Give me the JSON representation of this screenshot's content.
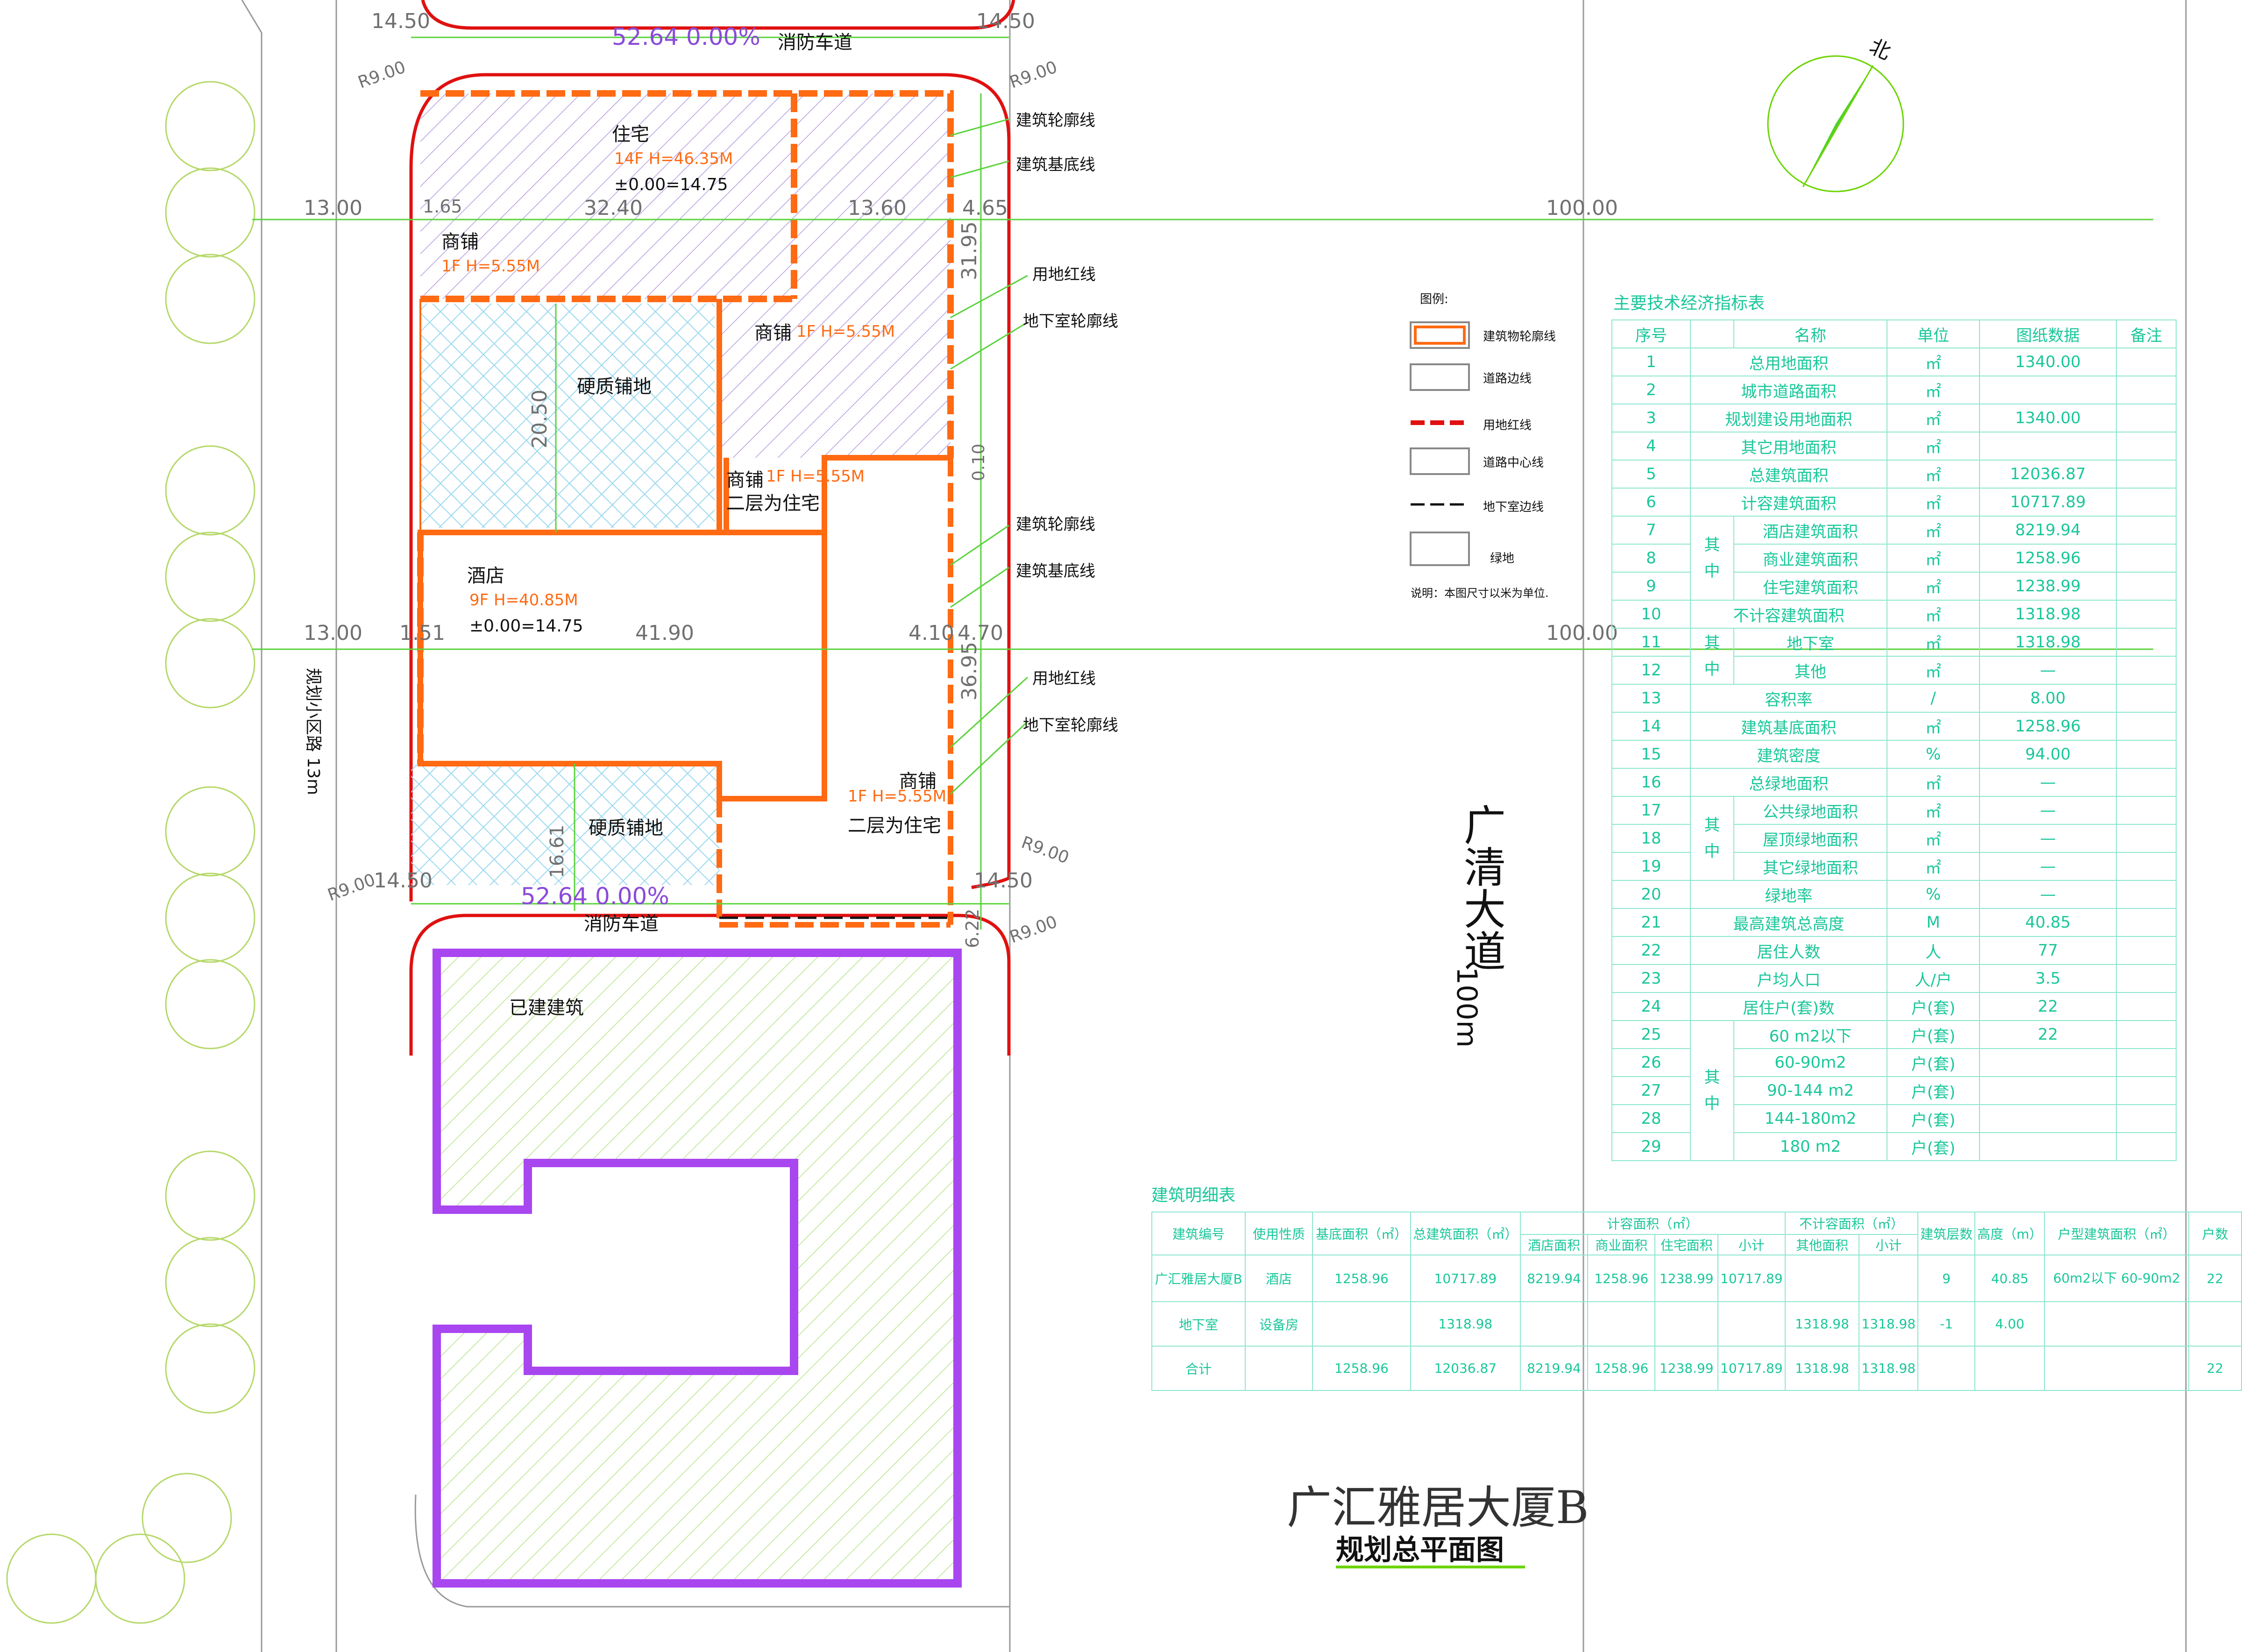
{
  "title": {
    "project": "广汇雅居大厦B",
    "subtitle": "规划总平面图"
  },
  "north": "北",
  "roads": {
    "main_road": "广清大道",
    "main_road_width": "100m",
    "side_road": "规划小区路 13m",
    "fire_lane": "消防车道",
    "fire_lane_dim": "52.64  0.00%"
  },
  "labels": {
    "residence": "住宅",
    "residence_height": "14F  H=46.35M",
    "residence_elev": "±0.00=14.75",
    "shop_a": "商铺",
    "shop_a_height": "1F  H=5.55M",
    "shop_b": "商铺",
    "shop_b_height": "1F  H=5.55M",
    "shop_c": "商铺",
    "shop_c_height": "1F  H=5.55M",
    "shop_c_note": "二层为住宅",
    "shop_d": "商铺",
    "shop_d_height": "1F  H=5.55M",
    "shop_d_note": "二层为住宅",
    "hotel": "酒店",
    "hotel_height": "9F  H=40.85M",
    "hotel_elev": "±0.00=14.75",
    "paving": "硬质铺地",
    "existing": "已建建筑"
  },
  "callouts": {
    "outline": "建筑轮廓线",
    "base": "建筑基底线",
    "redline": "用地红线",
    "basement": "地下室轮廓线"
  },
  "dims": {
    "d1450": "14.50",
    "d1300": "13.00",
    "d3240": "32.40",
    "d1360": "13.60",
    "d465": "4.65",
    "d10000": "100.00",
    "d3195": "31.95",
    "d2050": "20.50",
    "d010": "0.10",
    "d151": "1.51",
    "d4190": "41.90",
    "d410": "4.10",
    "d470": "4.70",
    "d3695": "36.95",
    "d1661": "16.61",
    "d622": "6.22",
    "r900": "R9.00",
    "d165": "1.65"
  },
  "legend": {
    "title": "图例:",
    "items": [
      {
        "label": "建筑物轮廓线",
        "color": "#ff6a13"
      },
      {
        "label": "道路边线",
        "color": "#888888"
      },
      {
        "label": "用地红线",
        "color": "#e01010"
      },
      {
        "label": "道路中心线",
        "color": "#888888"
      },
      {
        "label": "地下室边线",
        "color": "#111111"
      },
      {
        "label": "绿地",
        "color": "#888888"
      }
    ],
    "note": "说明：本图尺寸以米为单位."
  },
  "tech_table": {
    "title": "主要技术经济指标表",
    "headers": [
      "序号",
      "名称",
      "单位",
      "图纸数据",
      "备注"
    ],
    "rows": [
      [
        "1",
        "",
        "总用地面积",
        "㎡",
        "1340.00"
      ],
      [
        "2",
        "",
        "城市道路面积",
        "㎡",
        ""
      ],
      [
        "3",
        "",
        "规划建设用地面积",
        "㎡",
        "1340.00"
      ],
      [
        "4",
        "",
        "其它用地面积",
        "㎡",
        ""
      ],
      [
        "5",
        "",
        "总建筑面积",
        "㎡",
        "12036.87"
      ],
      [
        "6",
        "",
        "计容建筑面积",
        "㎡",
        "10717.89"
      ],
      [
        "7",
        "",
        "酒店建筑面积",
        "㎡",
        "8219.94"
      ],
      [
        "8",
        "",
        "商业建筑面积",
        "㎡",
        "1258.96"
      ],
      [
        "9",
        "",
        "住宅建筑面积",
        "㎡",
        "1238.99"
      ],
      [
        "10",
        "",
        "不计容建筑面积",
        "㎡",
        "1318.98"
      ],
      [
        "11",
        "",
        "地下室",
        "㎡",
        "1318.98"
      ],
      [
        "12",
        "",
        "其他",
        "㎡",
        "—"
      ],
      [
        "13",
        "",
        "容积率",
        "/",
        "8.00"
      ],
      [
        "14",
        "",
        "建筑基底面积",
        "㎡",
        "1258.96"
      ],
      [
        "15",
        "",
        "建筑密度",
        "%",
        "94.00"
      ],
      [
        "16",
        "",
        "总绿地面积",
        "㎡",
        "—"
      ],
      [
        "17",
        "",
        "公共绿地面积",
        "㎡",
        "—"
      ],
      [
        "18",
        "",
        "屋顶绿地面积",
        "㎡",
        "—"
      ],
      [
        "19",
        "",
        "其它绿地面积",
        "㎡",
        "—"
      ],
      [
        "20",
        "",
        "绿地率",
        "%",
        "—"
      ],
      [
        "21",
        "",
        "最高建筑总高度",
        "M",
        "40.85"
      ],
      [
        "22",
        "",
        "居住人数",
        "人",
        "77"
      ],
      [
        "23",
        "",
        "户均人口",
        "人/户",
        "3.5"
      ],
      [
        "24",
        "",
        "居住户(套)数",
        "户(套)",
        "22"
      ],
      [
        "25",
        "",
        "60 m2以下",
        "户(套)",
        "22"
      ],
      [
        "26",
        "",
        "60-90m2",
        "户(套)",
        ""
      ],
      [
        "27",
        "",
        "90-144 m2",
        "户(套)",
        ""
      ],
      [
        "28",
        "",
        "144-180m2",
        "户(套)",
        ""
      ],
      [
        "29",
        "",
        "180 m2",
        "户(套)",
        ""
      ]
    ],
    "group_label_a": "其",
    "group_label_b": "中"
  },
  "detail_table": {
    "title": "建筑明细表",
    "head_top": [
      "计容面积（㎡）",
      "不计容面积（㎡）"
    ],
    "headers": [
      "建筑编号",
      "使用性质",
      "基底面积（㎡）",
      "总建筑面积（㎡）",
      "酒店面积",
      "商业面积",
      "住宅面积",
      "小计",
      "其他面积",
      "小计",
      "建筑层数",
      "高度（m）",
      "户型建筑面积（㎡）",
      "户数"
    ],
    "rows": [
      [
        "广汇雅居大厦B",
        "酒店",
        "1258.96",
        "10717.89",
        "8219.94",
        "1258.96",
        "1238.99",
        "10717.89",
        "",
        "",
        "9",
        "40.85",
        "60m2以下 60-90m2",
        "22"
      ],
      [
        "地下室",
        "设备房",
        "",
        "1318.98",
        "",
        "",
        "",
        "",
        "1318.98",
        "1318.98",
        "-1",
        "4.00",
        "",
        ""
      ],
      [
        "合计",
        "",
        "1258.96",
        "12036.87",
        "8219.94",
        "1258.96",
        "1238.99",
        "10717.89",
        "1318.98",
        "1318.98",
        "",
        "",
        "",
        "22"
      ]
    ]
  }
}
